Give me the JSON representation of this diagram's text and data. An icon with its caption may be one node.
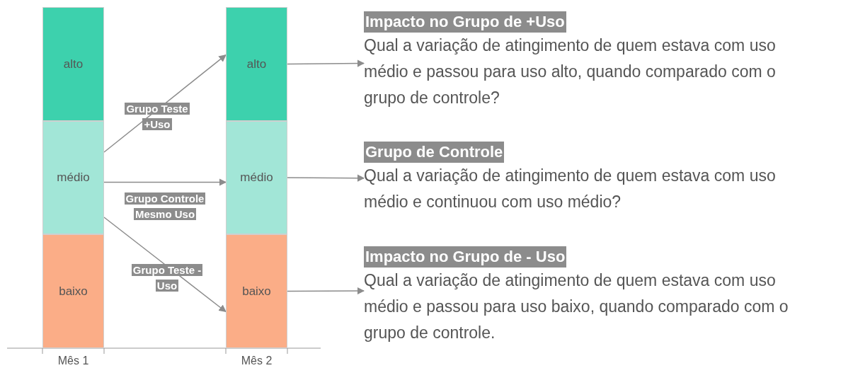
{
  "diagram": {
    "nodes": [
      {
        "text": [
          "alto"
        ]
      },
      {
        "text": [
          "médio"
        ]
      },
      {
        "text": [
          "baixo"
        ]
      },
      {
        "text": [
          "alto"
        ]
      },
      {
        "text": [
          "médio"
        ]
      },
      {
        "text": [
          "baixo"
        ]
      },
      {
        "text": [
          "Impacto no Grupo de +Uso",
          "Qual a variação de atingimento de quem estava com uso médio e passou para uso alto, quando comparado com o grupo de controle?"
        ]
      },
      {
        "text": [
          "Grupo de Controle",
          "Qual a variação de atingimento de quem estava com uso médio e continuou com uso médio?"
        ]
      },
      {
        "text": [
          "Impacto no Grupo de - Uso",
          "Qual a variação de atingimento de quem estava com uso médio e passou para uso baixo, quando comparado com o grupo de controle."
        ]
      }
    ],
    "edges": [
      {
        "from": 1,
        "to": 3,
        "arrow": "to",
        "label": "Grupo Teste +Uso"
      },
      {
        "from": 1,
        "to": 4,
        "arrow": "to",
        "label": "Grupo Controle Mesmo Uso"
      },
      {
        "from": 1,
        "to": 5,
        "arrow": "to",
        "label": "Grupo Teste -Uso"
      },
      {
        "from": 3,
        "to": 6,
        "arrow": "to"
      },
      {
        "from": 4,
        "to": 7,
        "arrow": "to"
      },
      {
        "from": 5,
        "to": 8,
        "arrow": "to"
      }
    ],
    "labels": [
      "Mês 1",
      "Mês 2"
    ]
  }
}
